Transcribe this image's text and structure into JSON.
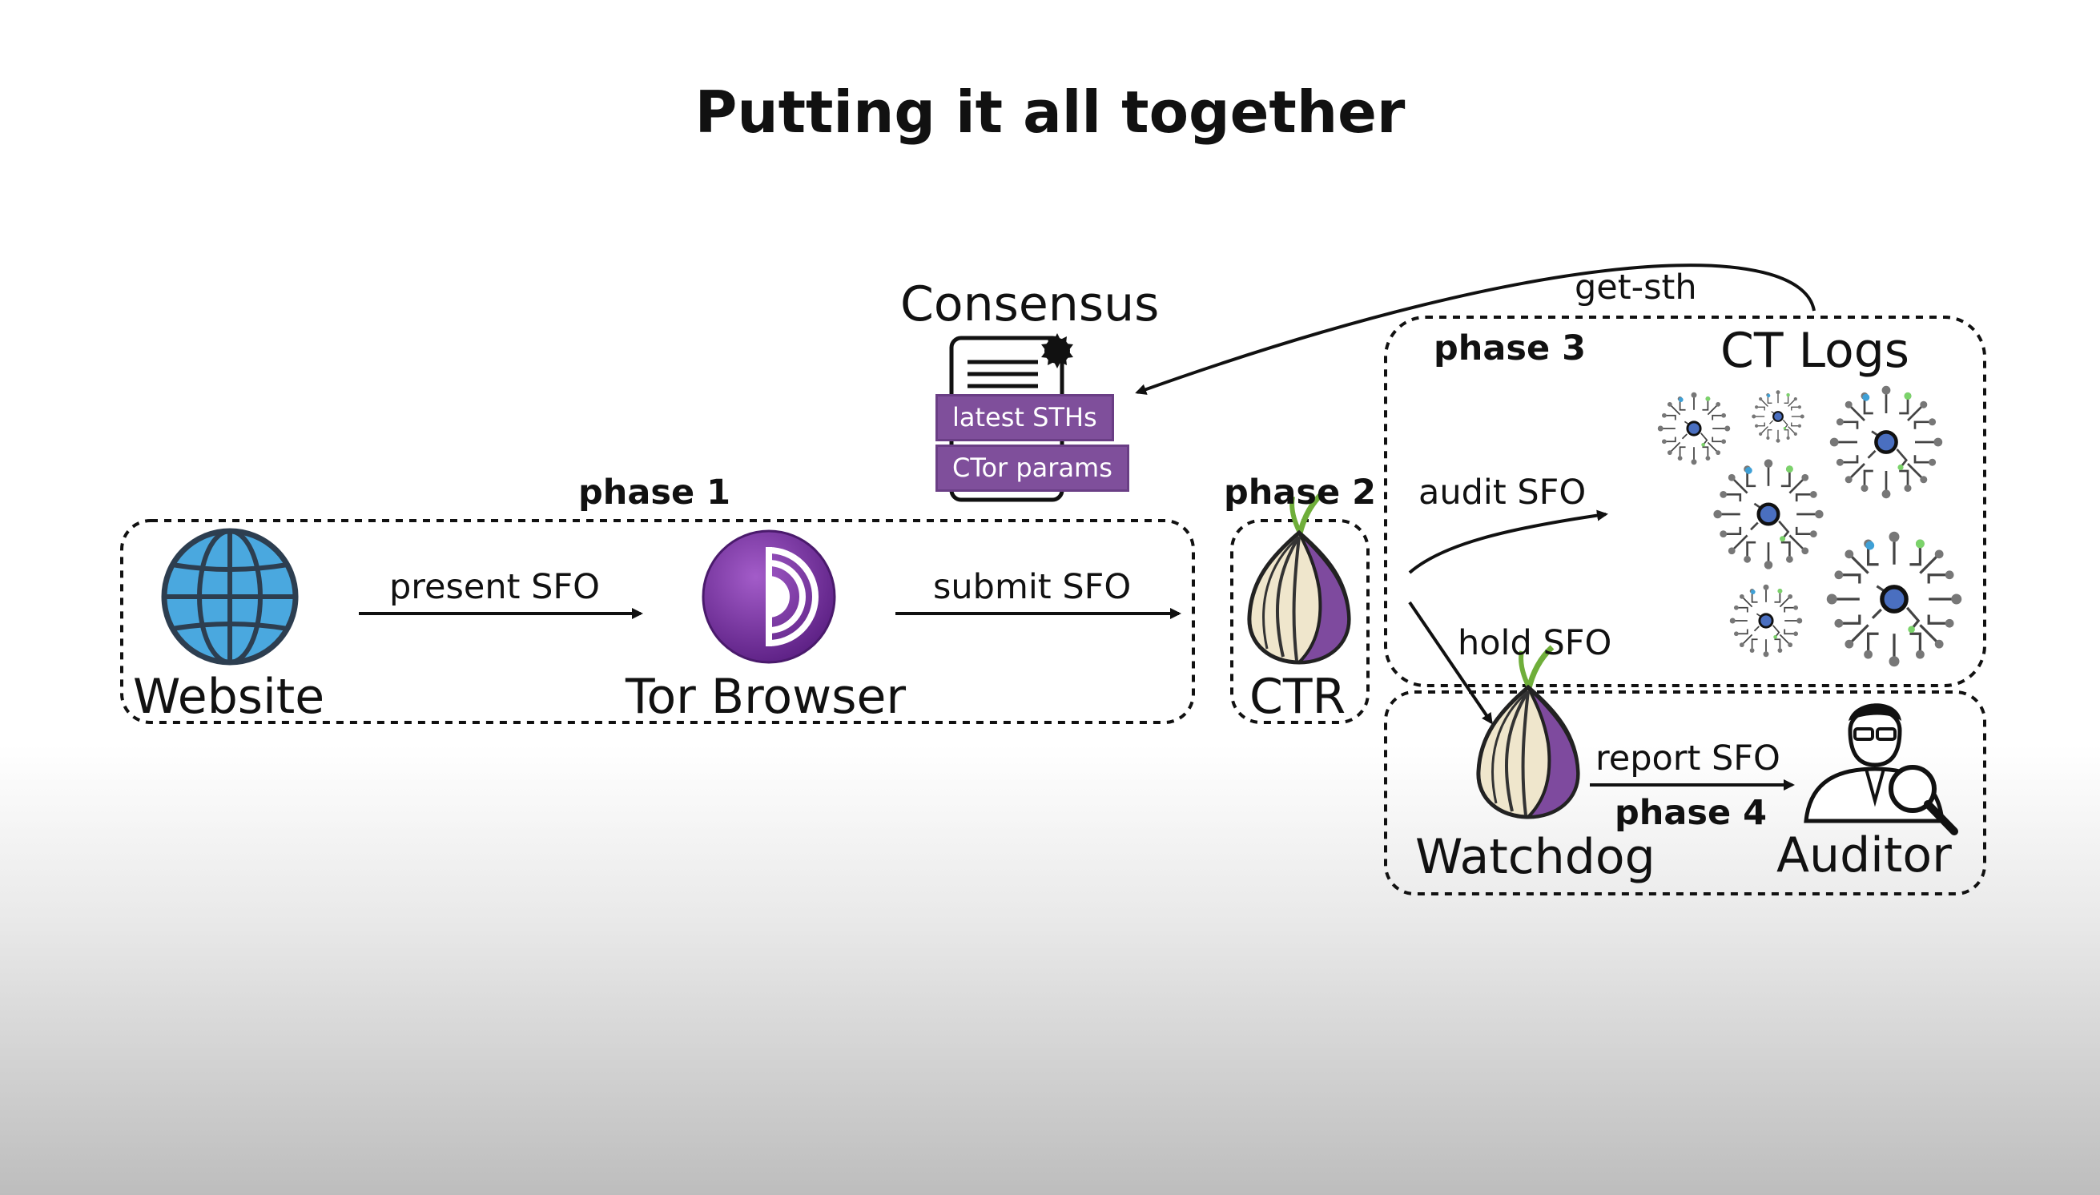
{
  "title": "Putting it all together",
  "nodes": {
    "website": "Website",
    "tor_browser": "Tor Browser",
    "ctr": "CTR",
    "watchdog": "Watchdog",
    "auditor": "Auditor",
    "consensus": "Consensus",
    "ct_logs": "CT Logs"
  },
  "consensus_items": [
    "latest STHs",
    "CTor params"
  ],
  "phases": [
    "phase 1",
    "phase 2",
    "phase 3",
    "phase 4"
  ],
  "edges": {
    "present": "present SFO",
    "submit": "submit SFO",
    "audit": "audit SFO",
    "hold": "hold SFO",
    "report": "report SFO",
    "get_sth": "get-sth"
  },
  "icons": [
    "globe-icon",
    "tor-browser-icon",
    "onion-icon",
    "document-icon",
    "ct-log-server-icon",
    "auditor-person-icon"
  ],
  "colors": {
    "purple": "#7f4f9b",
    "globe_blue": "#4aa8df",
    "dark": "#2d3e50"
  }
}
